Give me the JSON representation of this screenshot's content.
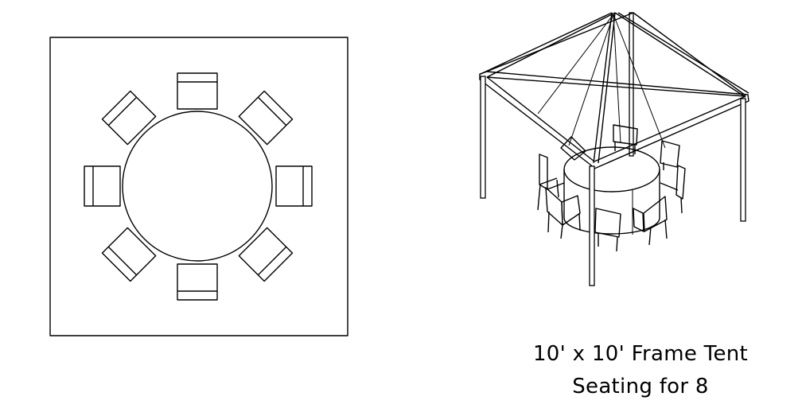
{
  "caption": {
    "line1": "10' x 10' Frame Tent",
    "line2": "Seating for 8"
  },
  "plan_view": {
    "chairs": 8,
    "tables": 1
  }
}
